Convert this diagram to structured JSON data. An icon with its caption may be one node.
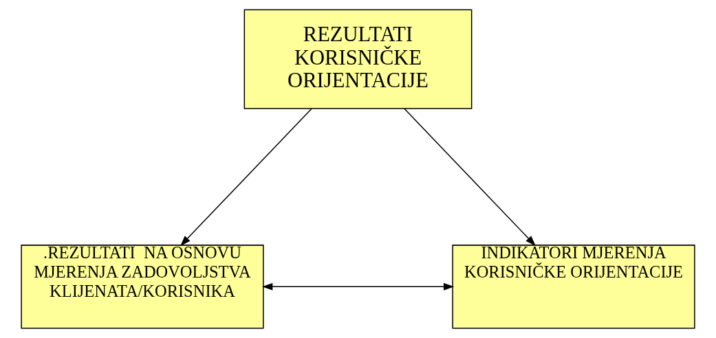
{
  "diagram": {
    "nodes": [
      {
        "text": [
          "REZULTATI KORISNIČKE ORIJENTACIJE"
        ]
      },
      {
        "text": [
          ".REZULTATI  NA OSNOVU MJERENJA ZADOVOLJSTVA KLIJENATA/KORISNIKA"
        ]
      },
      {
        "text": [
          "INDIKATORI MJERENJA KORISNIČKE ORIJENTACIJE"
        ]
      }
    ],
    "edges": [
      {
        "from": 0,
        "to": 1,
        "arrow": "to"
      },
      {
        "from": 0,
        "to": 2,
        "arrow": "to"
      },
      {
        "from": 1,
        "to": 2,
        "arrow": "both"
      }
    ]
  }
}
